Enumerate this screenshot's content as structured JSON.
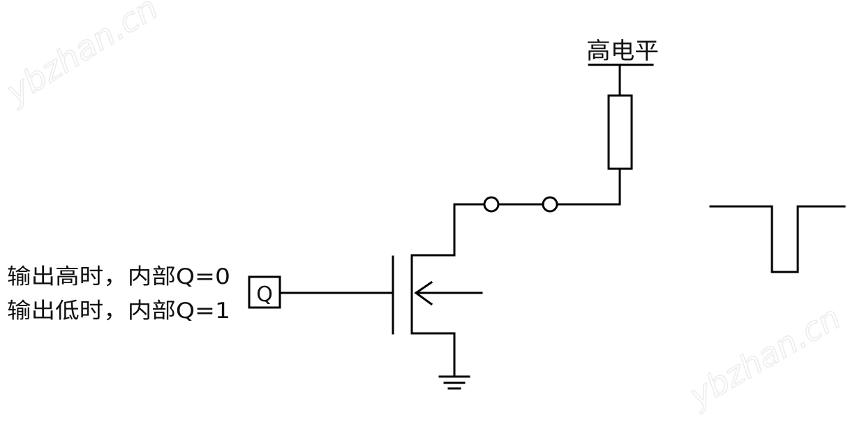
{
  "labels": {
    "high_level": "高电平",
    "q_box": "Q",
    "line_high": "输出高时，内部Q=0",
    "line_low": "输出低时，内部Q=1"
  },
  "watermark": {
    "text": "ybzhan.cn"
  },
  "colors": {
    "stroke": "#000000",
    "background": "#ffffff",
    "watermark": "#ececec"
  }
}
